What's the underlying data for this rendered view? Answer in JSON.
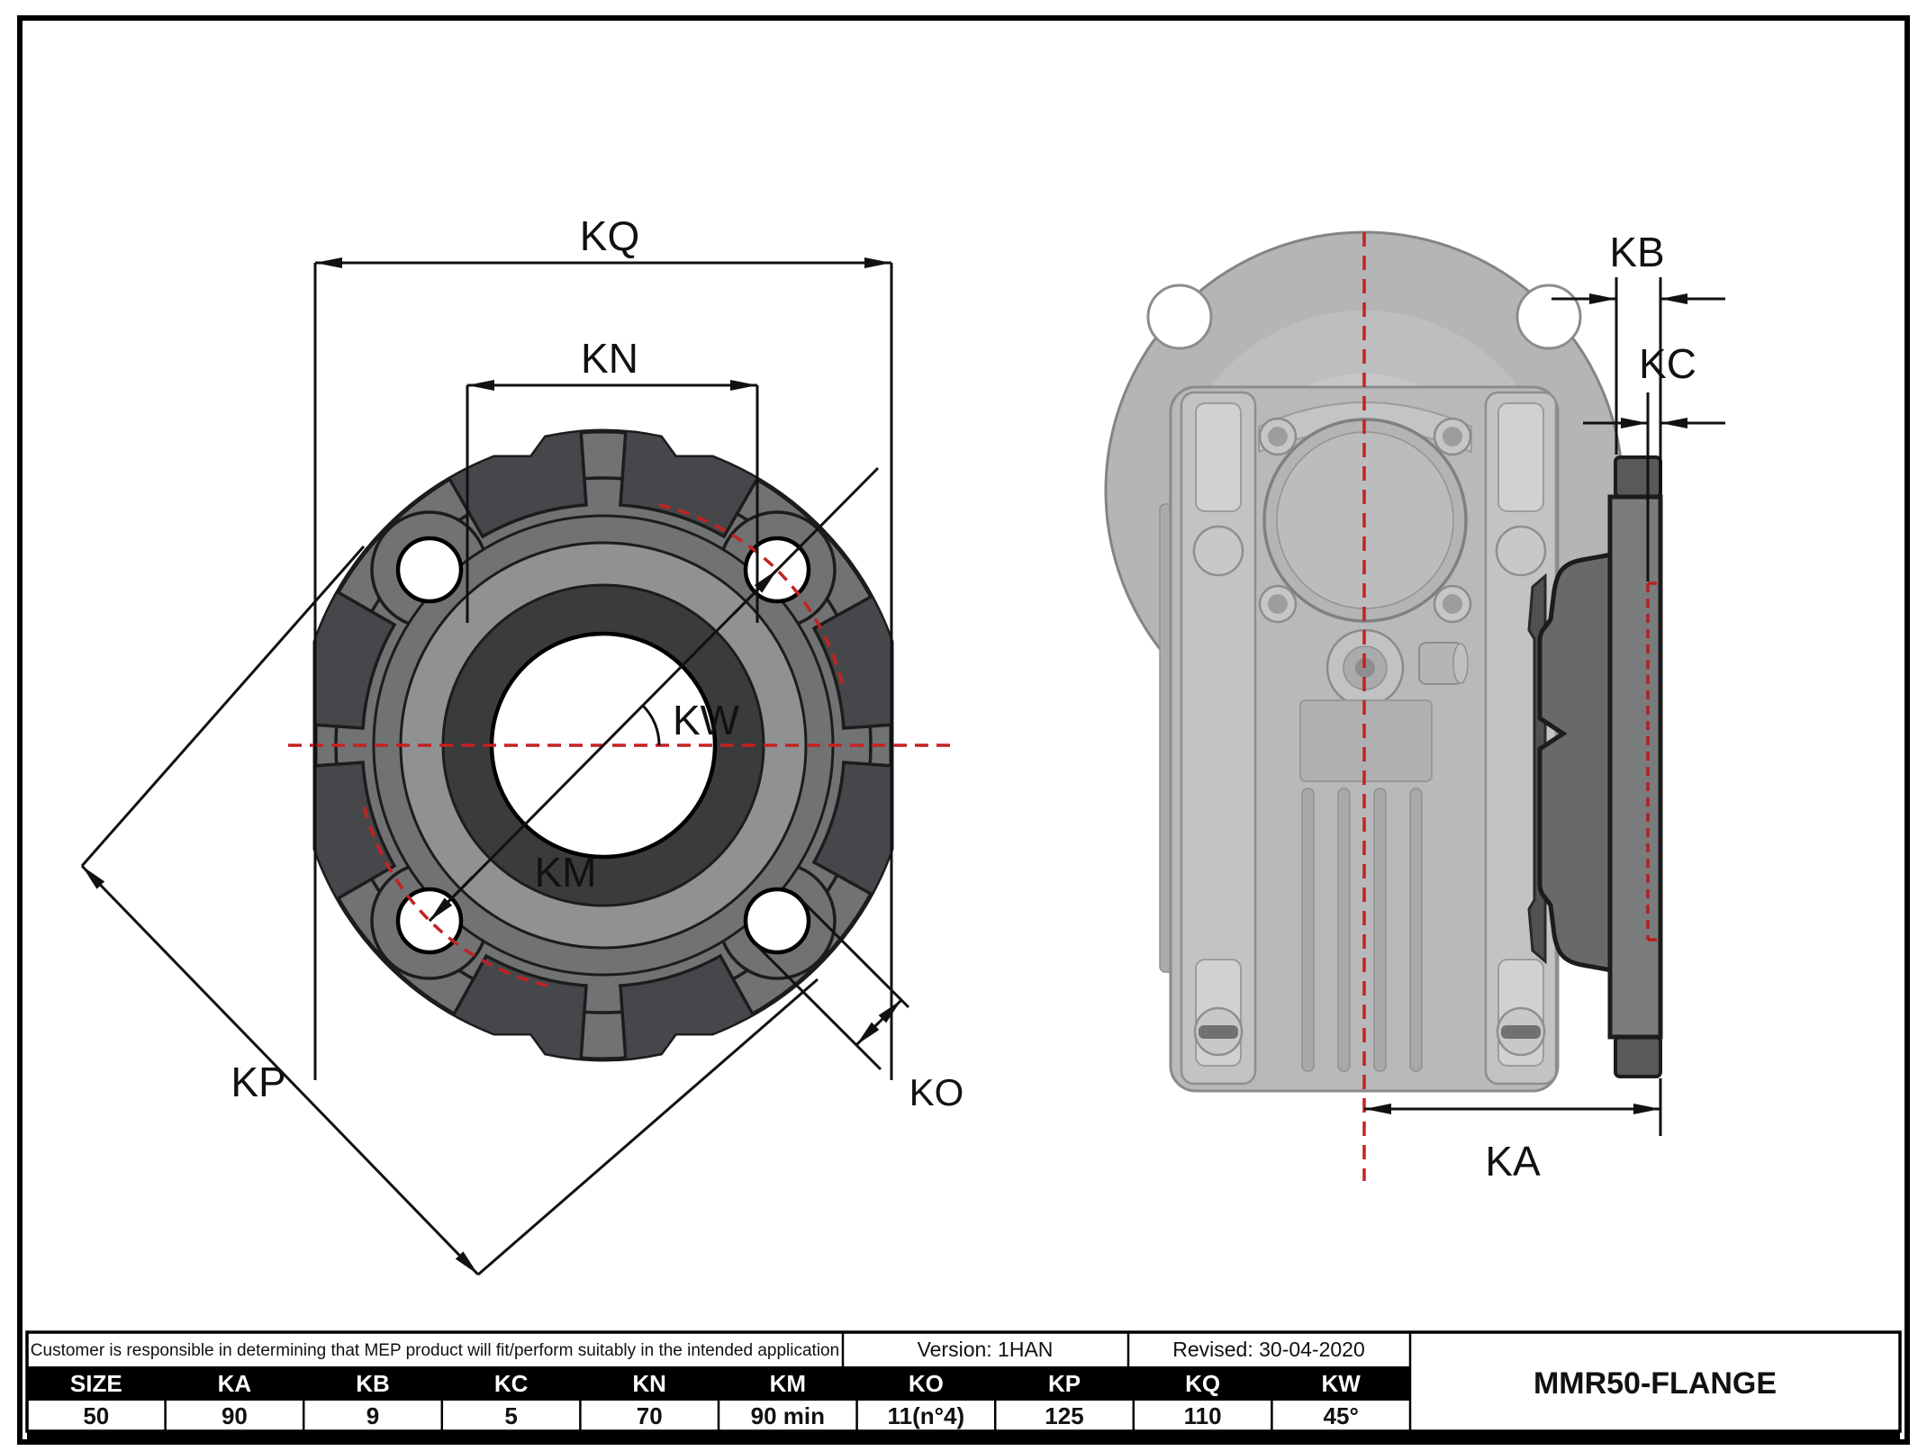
{
  "drawing": {
    "front_view": {
      "labels": {
        "kq": "KQ",
        "kn": "KN",
        "km": "KM",
        "kw": "KW",
        "ko": "KO",
        "kp": "KP"
      }
    },
    "side_view": {
      "labels": {
        "kb": "KB",
        "kc": "KC",
        "ka": "KA"
      }
    },
    "colors": {
      "centerline_red": "#c32222",
      "flange_body_gray": "#717274",
      "flange_pad_dark": "#46474a",
      "ring_light": "#8f9193",
      "ring_dark": "#3a3b3d",
      "gearbox_light": "#b7b9bb",
      "side_plate": "#7a7b7d",
      "side_rim": "#58595b",
      "side_hub": "#68696b"
    }
  },
  "title_block": {
    "disclaimer": "Customer is responsible in determining that MEP product will fit/perform suitably in the intended application",
    "version_label": "Version: 1HAN",
    "revised_label": "Revised: 30-04-2020",
    "part_number": "MMR50-FLANGE"
  },
  "spec_table": {
    "headers": [
      "SIZE",
      "KA",
      "KB",
      "KC",
      "KN",
      "KM",
      "KO",
      "KP",
      "KQ",
      "KW"
    ],
    "values": [
      "50",
      "90",
      "9",
      "5",
      "70",
      "90 min",
      "11(n°4)",
      "125",
      "110",
      "45°"
    ]
  }
}
